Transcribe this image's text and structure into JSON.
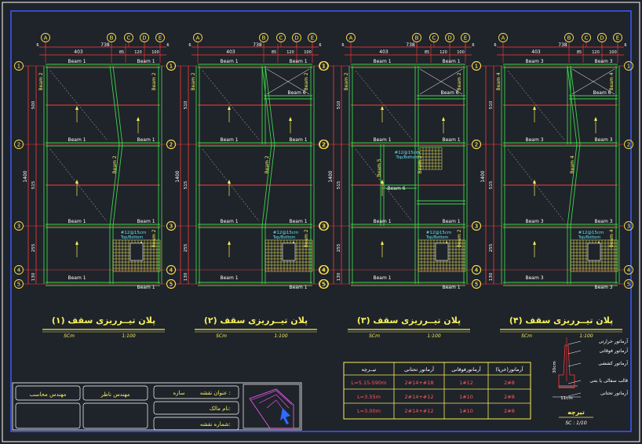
{
  "colors": {
    "background": "#1f232a",
    "beam": "#3fd34a",
    "dimension": "#ff3b3b",
    "text_yellow": "#f5f05a",
    "frame_blue": "#3c5bff",
    "grid_circle": "#ffe14a"
  },
  "axes": {
    "letters": [
      "A",
      "B",
      "C",
      "D",
      "E"
    ],
    "numbers": [
      "1",
      "2",
      "3",
      "4",
      "5"
    ]
  },
  "dims": {
    "top_total": "738",
    "top_segments": [
      "403",
      "85",
      "120",
      "100"
    ],
    "edge_offset": "6",
    "left_total": "1400",
    "left_segments": [
      "500",
      "515",
      "255",
      "130"
    ],
    "left_alt_top": "510"
  },
  "plans": [
    {
      "title": "پلان تیــرریزی سقف (۱)",
      "scale_label": "SCm",
      "scale": "1:100",
      "beam_top": "Beam 1",
      "beam_mid": "Beam 1",
      "beam_vert": "Beam 2",
      "rebar": "#12@15cm",
      "rebar_sub": "Top/Bottom"
    },
    {
      "title": "پلان تیــرریزی سقف (۲)",
      "scale_label": "SCm",
      "scale": "1:100",
      "beam_top": "Beam 1",
      "beam_mid": "Beam 1",
      "beam_vert": "Beam 2",
      "beam_box": "Beam 6",
      "rebar": "#12@15cm",
      "rebar_sub": "Top/Bottom"
    },
    {
      "title": "پلان تیــرریزی سقف (۳)",
      "scale_label": "SCm",
      "scale": "1:100",
      "beam_top": "Beam 1",
      "beam_mid": "Beam 1",
      "beam_vert": "Beam 2",
      "beam_box": "Beam 6",
      "beam_side": "Beam 5",
      "rebar": "#12@15cm",
      "rebar_sub": "Top/Bottom"
    },
    {
      "title": "پلان تیــرریزی سقف (۴)",
      "scale_label": "SCm",
      "scale": "1:100",
      "beam_top": "Beam 3",
      "beam_mid": "Beam 3",
      "beam_vert": "Beam 4",
      "beam_box": "Beam 6",
      "rebar": "#12@15cm",
      "rebar_sub": "Top/Bottom"
    }
  ],
  "table": {
    "headers": [
      "تیــرچه",
      "آرماتور تحتانی",
      "آرماتورفوقانی",
      "آرماتور(خرپا)"
    ],
    "rows": [
      [
        "L=5.15-590m",
        "2#14+#18",
        "1#12",
        "2#8"
      ],
      [
        "L=3.55m",
        "2#14+#12",
        "1#10",
        "2#8"
      ],
      [
        "L=3.00m",
        "2#14+#12",
        "1#10",
        "2#8"
      ]
    ]
  },
  "detail": {
    "labels": [
      "آرماتور حرارتی",
      "آرماتور فوقانی",
      "آرماتور کششی",
      "قالب سفالی یا بتنی",
      "آرماتور تحتانی"
    ],
    "height_label": "30cm",
    "width_label": "11cm",
    "title": "تیرچه",
    "scale": "SC : 1/10"
  },
  "title_block": {
    "designer": "مهندس محاسب",
    "supervisor": "مهندس ناظر",
    "owner": "عنوان نقشه :",
    "owner_value": "سازه",
    "date_label": "نام مالک:",
    "sheet_label": "شماره نقشه:"
  }
}
